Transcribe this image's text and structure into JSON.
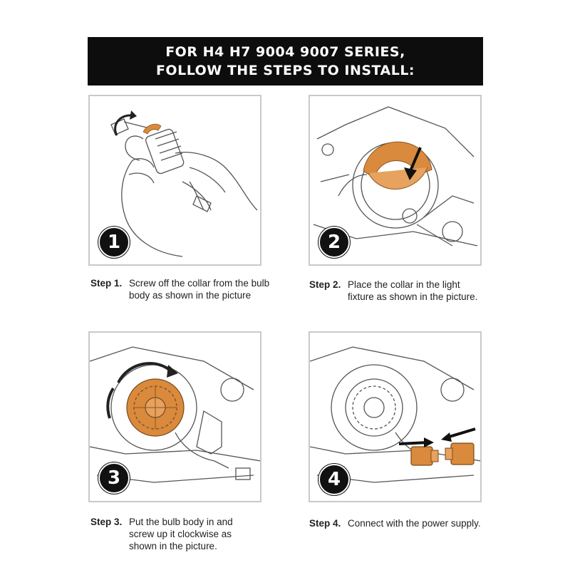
{
  "banner": {
    "line1": "FOR H4 H7 9004 9007 SERIES,",
    "line2": "FOLLOW THE STEPS TO INSTALL:"
  },
  "colors": {
    "banner_bg": "#0d0d0d",
    "accent_orange": "#d98a3d",
    "line_art": "#444444",
    "panel_border": "#c9c9c9"
  },
  "steps": [
    {
      "number": "1",
      "label": "Step 1.",
      "text": "Screw off the collar from the bulb body as shown in the picture",
      "icon": "hand-unscrewing-collar"
    },
    {
      "number": "2",
      "label": "Step 2.",
      "text": "Place the collar in the light fixture as shown in the picture.",
      "icon": "collar-in-fixture"
    },
    {
      "number": "3",
      "label": "Step 3.",
      "text": "Put the bulb body in and screw up it clockwise as shown in the picture.",
      "icon": "bulb-screwed-in"
    },
    {
      "number": "4",
      "label": "Step 4.",
      "text": "Connect with the power supply.",
      "icon": "connector-plug"
    }
  ]
}
